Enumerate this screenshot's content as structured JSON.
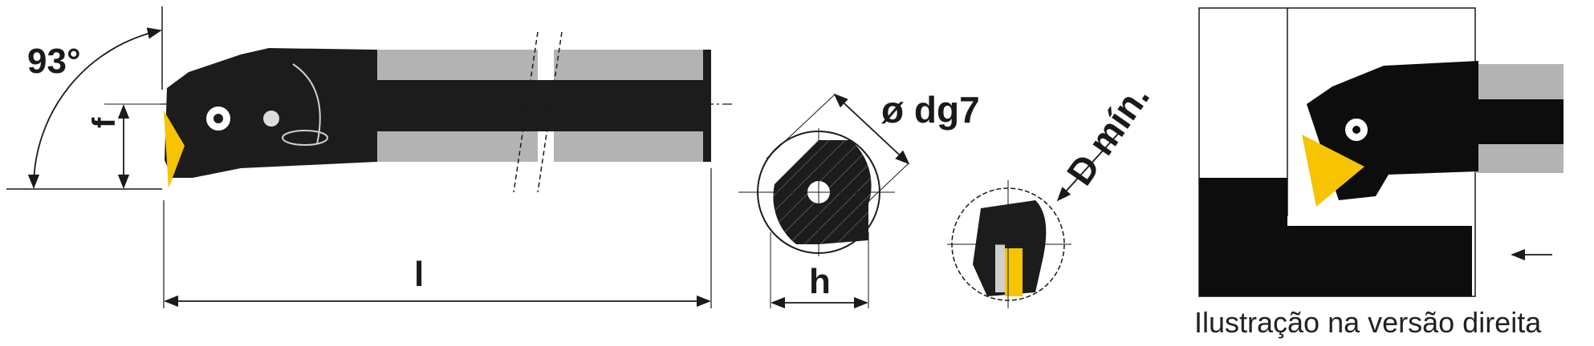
{
  "labels": {
    "approach_angle": "93°",
    "height_f": "f",
    "length_l": "l",
    "shank_diameter": "ø dg7",
    "width_h": "h",
    "min_bore": "D mín.",
    "caption": "Ilustração na versão direita"
  },
  "colors": {
    "tool_body": "#1c1c1c",
    "shank_grey": "#b3b3b3",
    "insert_yellow": "#f6c400",
    "line": "#1a1a1a"
  }
}
